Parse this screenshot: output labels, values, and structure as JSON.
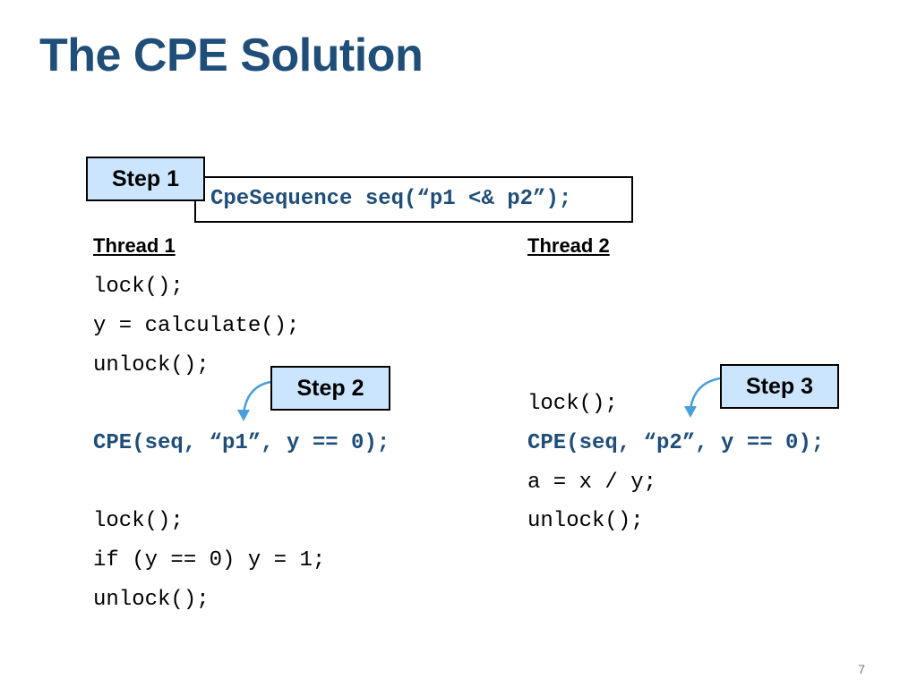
{
  "slide": {
    "title": "The CPE Solution",
    "page_number": "7",
    "sequence_line": "CpeSequence seq(“p1 <& p2”);",
    "steps": [
      "Step 1",
      "Step 2",
      "Step 3"
    ],
    "thread1": {
      "heading": "Thread 1",
      "lines": [
        "lock();",
        "y = calculate();",
        "unlock();",
        "CPE(seq, “p1”, y == 0);",
        "lock();",
        "if (y == 0) y = 1;",
        "unlock();"
      ]
    },
    "thread2": {
      "heading": "Thread 2",
      "lines": [
        "lock();",
        "CPE(seq, “p2”, y == 0);",
        "a = x / y;",
        "unlock();"
      ]
    },
    "colors": {
      "title": "#1f4e79",
      "step_fill": "#cce5ff",
      "arrow": "#4a9fd8"
    }
  }
}
